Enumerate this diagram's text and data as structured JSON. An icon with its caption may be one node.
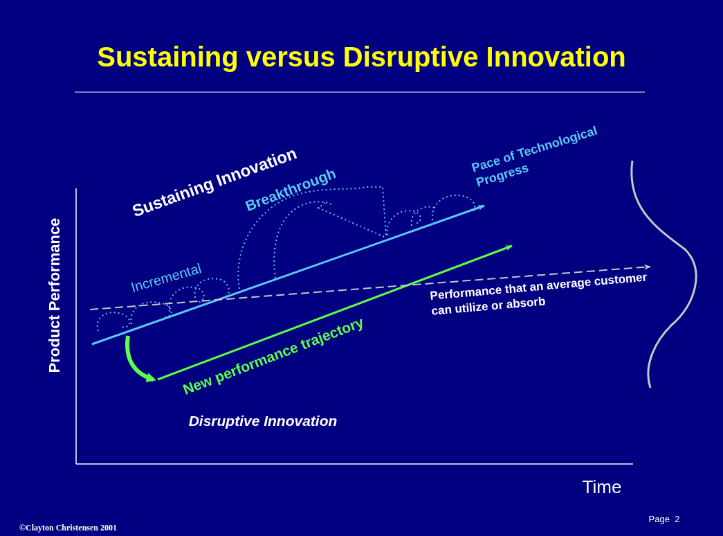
{
  "diagram": {
    "title": "Sustaining versus Disruptive Innovation",
    "labels": [
      "Sustaining Innovation",
      "Breakthrough",
      "Pace of Technological Progress",
      "Incremental",
      "Product Performance",
      "Performance that an average customer can utilize or absorb",
      "New performance trajectory",
      "Disruptive Innovation",
      "Time",
      "Page  2",
      "©Clayton Christensen 2001"
    ]
  }
}
